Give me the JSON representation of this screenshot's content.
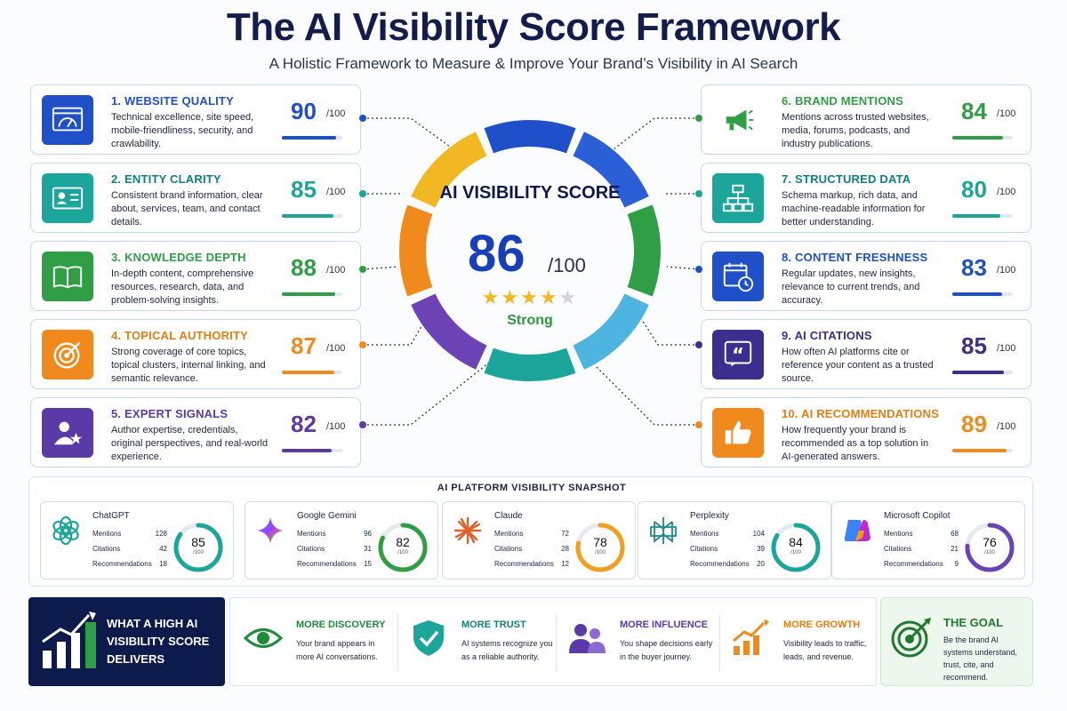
{
  "header": {
    "title": "The AI Visibility Score Framework",
    "subtitle": "A Holistic Framework to Measure & Improve Your Brand’s Visibility in AI Search"
  },
  "central_gauge": {
    "label": "AI VISIBILITY SCORE",
    "score": "86",
    "max": "/100",
    "stars_filled": 4,
    "stars_total": 5,
    "rating": "Strong",
    "segment_colors": [
      "#2a5fd8",
      "#2f9e44",
      "#4db5e0",
      "#1ca59a",
      "#6c43b5",
      "#f08a1c",
      "#f2b824",
      "#1f4fc9"
    ]
  },
  "left_cards": [
    {
      "title": "1. WEBSITE QUALITY",
      "desc": "Technical excellence, site speed, mobile-friendliness, security, and crawlability.",
      "score": "90",
      "max": "/100",
      "value": 90,
      "color": "#1f4fc9",
      "icon": "speedometer-icon"
    },
    {
      "title": "2. ENTITY CLARITY",
      "desc": "Consistent brand information, clear about, services, team, and contact details.",
      "score": "85",
      "max": "/100",
      "value": 85,
      "color": "#1ca59a",
      "icon": "id-card-icon"
    },
    {
      "title": "3. KNOWLEDGE DEPTH",
      "desc": "In-depth content, comprehensive resources, research, data, and problem-solving insights.",
      "score": "88",
      "max": "/100",
      "value": 88,
      "color": "#2f9e44",
      "icon": "book-icon"
    },
    {
      "title": "4. TOPICAL AUTHORITY",
      "desc": "Strong coverage of core topics, topical clusters, internal linking, and semantic relevance.",
      "score": "87",
      "max": "/100",
      "value": 87,
      "color": "#f08a1c",
      "icon": "target-icon"
    },
    {
      "title": "5. EXPERT SIGNALS",
      "desc": "Author expertise, credentials, original perspectives, and real-world experience.",
      "score": "82",
      "max": "/100",
      "value": 82,
      "color": "#5b3aa8",
      "icon": "expert-star-icon"
    }
  ],
  "right_cards": [
    {
      "title": "6. BRAND MENTIONS",
      "desc": "Mentions across trusted websites, media, forums, podcasts, and industry publications.",
      "score": "84",
      "max": "/100",
      "value": 84,
      "color": "#2f9e44",
      "icon": "megaphone-icon"
    },
    {
      "title": "7. STRUCTURED DATA",
      "desc": "Schema markup, rich data, and machine-readable information for better understanding.",
      "score": "80",
      "max": "/100",
      "value": 80,
      "color": "#1ca59a",
      "icon": "sitemap-icon"
    },
    {
      "title": "8. CONTENT FRESHNESS",
      "desc": "Regular updates, new insights, relevance to current trends, and accuracy.",
      "score": "83",
      "max": "/100",
      "value": 83,
      "color": "#1f4fc9",
      "icon": "calendar-clock-icon"
    },
    {
      "title": "9. AI CITATIONS",
      "desc": "How often AI platforms cite or reference your content as a trusted source.",
      "score": "85",
      "max": "/100",
      "value": 85,
      "color": "#3a2f8f",
      "icon": "quote-icon"
    },
    {
      "title": "10. AI RECOMMENDATIONS",
      "desc": "How frequently your brand is recommended as a top solution in AI-generated answers.",
      "score": "89",
      "max": "/100",
      "value": 89,
      "color": "#f08a1c",
      "icon": "thumbs-up-icon"
    }
  ],
  "snapshot": {
    "title": "AI PLATFORM VISIBILITY SNAPSHOT",
    "platforms": [
      {
        "name": "ChatGPT",
        "mentions_label": "Mentions",
        "mentions": "128",
        "citations_label": "Citations",
        "citations": "42",
        "recs_label": "Recommendations",
        "recs": "18",
        "score": "85",
        "max": "/100",
        "value": 85,
        "color": "#1ca59a",
        "icon": "chatgpt-icon"
      },
      {
        "name": "Google Gemini",
        "mentions_label": "Mentions",
        "mentions": "96",
        "citations_label": "Citations",
        "citations": "31",
        "recs_label": "Recommendations",
        "recs": "15",
        "score": "82",
        "max": "/100",
        "value": 82,
        "color": "#2f9e44",
        "icon": "gemini-icon"
      },
      {
        "name": "Claude",
        "mentions_label": "Mentions",
        "mentions": "72",
        "citations_label": "Citations",
        "citations": "28",
        "recs_label": "Recommendations",
        "recs": "12",
        "score": "78",
        "max": "/100",
        "value": 78,
        "color": "#f0a020",
        "icon": "claude-icon"
      },
      {
        "name": "Perplexity",
        "mentions_label": "Mentions",
        "mentions": "104",
        "citations_label": "Citations",
        "citations": "39",
        "recs_label": "Recommendations",
        "recs": "20",
        "score": "84",
        "max": "/100",
        "value": 84,
        "color": "#1ca59a",
        "icon": "perplexity-icon"
      },
      {
        "name": "Microsoft Copilot",
        "mentions_label": "Mentions",
        "mentions": "68",
        "citations_label": "Citations",
        "citations": "21",
        "recs_label": "Recommendations",
        "recs": "9",
        "score": "76",
        "max": "/100",
        "value": 76,
        "color": "#6c43b5",
        "icon": "copilot-icon"
      }
    ]
  },
  "delivers": {
    "text": "WHAT A HIGH AI VISIBILITY SCORE DELIVERS",
    "icon": "growth-bars-icon"
  },
  "benefits": [
    {
      "title": "MORE DISCOVERY",
      "desc": "Your brand appears in more AI conversations.",
      "color": "#1f8a3a",
      "icon": "eye-icon"
    },
    {
      "title": "MORE TRUST",
      "desc": "AI systems recognize you as a reliable authority.",
      "color": "#1ca59a",
      "icon": "shield-check-icon"
    },
    {
      "title": "MORE INFLUENCE",
      "desc": "You shape decisions early in the buyer journey.",
      "color": "#5b3aa8",
      "icon": "people-icon"
    },
    {
      "title": "MORE GROWTH",
      "desc": "Visibility leads to traffic, leads, and revenue.",
      "color": "#f08a1c",
      "icon": "growth-chart-icon"
    }
  ],
  "goal": {
    "title": "THE GOAL",
    "desc": "Be the brand AI systems understand, trust, cite, and recommend.",
    "icon": "target-arrow-icon"
  }
}
